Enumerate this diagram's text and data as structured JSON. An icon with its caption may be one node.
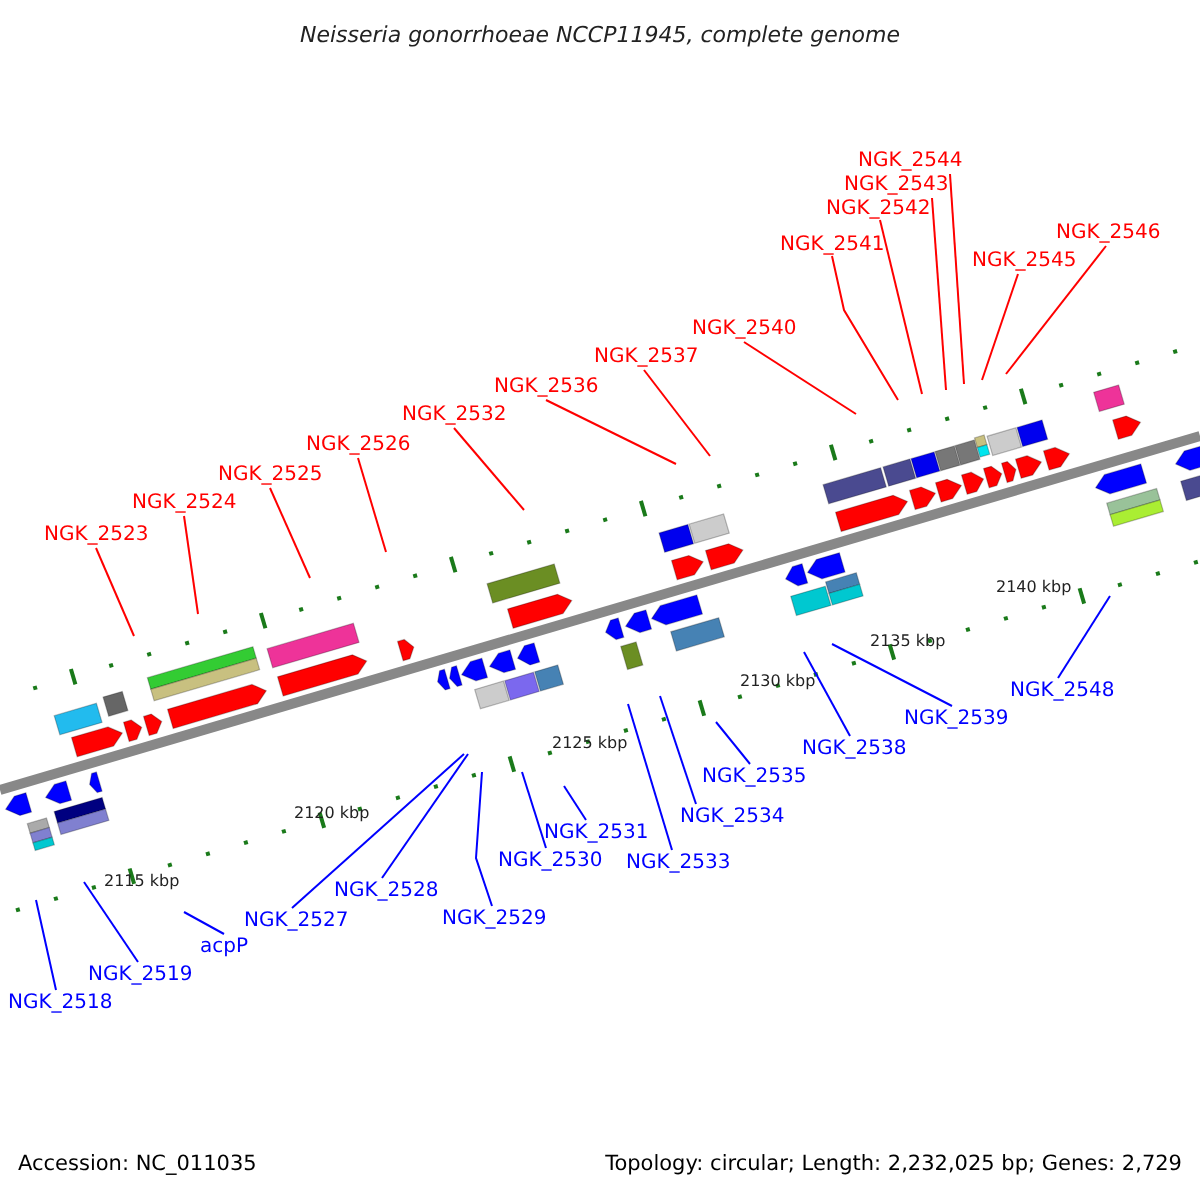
{
  "diagram": {
    "title": "Neisseria gonorrhoeae NCCP11945, complete genome",
    "nodes": [
      {
        "text": [
          "NGK_2544"
        ]
      },
      {
        "text": [
          "NGK_2543"
        ]
      },
      {
        "text": [
          "NGK_2542"
        ]
      },
      {
        "text": [
          "NGK_2546"
        ]
      },
      {
        "text": [
          "NGK_2541"
        ]
      },
      {
        "text": [
          "NGK_2545"
        ]
      },
      {
        "text": [
          "NGK_2540"
        ]
      },
      {
        "text": [
          "NGK_2537"
        ]
      },
      {
        "text": [
          "NGK_2536"
        ]
      },
      {
        "text": [
          "NGK_2532"
        ]
      },
      {
        "text": [
          "NGK_2526"
        ]
      },
      {
        "text": [
          "NGK_2525"
        ]
      },
      {
        "text": [
          "NGK_2524"
        ]
      },
      {
        "text": [
          "NGK_2523"
        ]
      },
      {
        "text": [
          "NGK_2548"
        ]
      },
      {
        "text": [
          "NGK_2539"
        ]
      },
      {
        "text": [
          "NGK_2538"
        ]
      },
      {
        "text": [
          "NGK_2535"
        ]
      },
      {
        "text": [
          "NGK_2534"
        ]
      },
      {
        "text": [
          "NGK_2531"
        ]
      },
      {
        "text": [
          "NGK_2530"
        ]
      },
      {
        "text": [
          "NGK_2533"
        ]
      },
      {
        "text": [
          "NGK_2528"
        ]
      },
      {
        "text": [
          "NGK_2529"
        ]
      },
      {
        "text": [
          "NGK_2527"
        ]
      },
      {
        "text": [
          "acpP"
        ]
      },
      {
        "text": [
          "NGK_2519"
        ]
      },
      {
        "text": [
          "NGK_2518"
        ]
      }
    ],
    "edges": [
      {
        "from": 0,
        "to": null,
        "arrow": "none"
      },
      {
        "from": 1,
        "to": null,
        "arrow": "none"
      },
      {
        "from": 2,
        "to": null,
        "arrow": "none"
      },
      {
        "from": 3,
        "to": null,
        "arrow": "none"
      },
      {
        "from": 4,
        "to": null,
        "arrow": "none"
      },
      {
        "from": 5,
        "to": null,
        "arrow": "none"
      },
      {
        "from": 6,
        "to": null,
        "arrow": "none"
      },
      {
        "from": 7,
        "to": null,
        "arrow": "none"
      },
      {
        "from": 8,
        "to": null,
        "arrow": "none"
      },
      {
        "from": 9,
        "to": null,
        "arrow": "none"
      },
      {
        "from": 10,
        "to": null,
        "arrow": "none"
      },
      {
        "from": 11,
        "to": null,
        "arrow": "none"
      },
      {
        "from": 12,
        "to": null,
        "arrow": "none"
      },
      {
        "from": 13,
        "to": null,
        "arrow": "none"
      },
      {
        "from": 14,
        "to": null,
        "arrow": "none",
        "color": "#0000ff"
      },
      {
        "from": 15,
        "to": null,
        "arrow": "none",
        "color": "#0000ff"
      },
      {
        "from": 16,
        "to": null,
        "arrow": "none",
        "color": "#0000ff"
      },
      {
        "from": 17,
        "to": null,
        "arrow": "none",
        "color": "#0000ff"
      },
      {
        "from": 18,
        "to": null,
        "arrow": "none",
        "color": "#0000ff"
      },
      {
        "from": 19,
        "to": null,
        "arrow": "none",
        "color": "#0000ff"
      },
      {
        "from": 20,
        "to": null,
        "arrow": "none",
        "color": "#0000ff"
      },
      {
        "from": 21,
        "to": null,
        "arrow": "none",
        "color": "#0000ff"
      },
      {
        "from": 22,
        "to": null,
        "arrow": "none",
        "color": "#0000ff"
      },
      {
        "from": 23,
        "to": null,
        "arrow": "none",
        "color": "#0000ff"
      },
      {
        "from": 24,
        "to": null,
        "arrow": "none",
        "color": "#0000ff"
      },
      {
        "from": 25,
        "to": null,
        "arrow": "none",
        "color": "#0000ff"
      },
      {
        "from": 26,
        "to": null,
        "arrow": "none",
        "color": "#0000ff"
      },
      {
        "from": 27,
        "to": null,
        "arrow": "none",
        "color": "#0000ff"
      }
    ],
    "labels": [
      "2140 kbp",
      "2135 kbp",
      "2130 kbp",
      "2125 kbp",
      "2120 kbp",
      "2115 kbp",
      "Accession: NC_011035",
      "Topology: circular; Length: 2,232,025 bp; Genes: 2,729"
    ]
  }
}
